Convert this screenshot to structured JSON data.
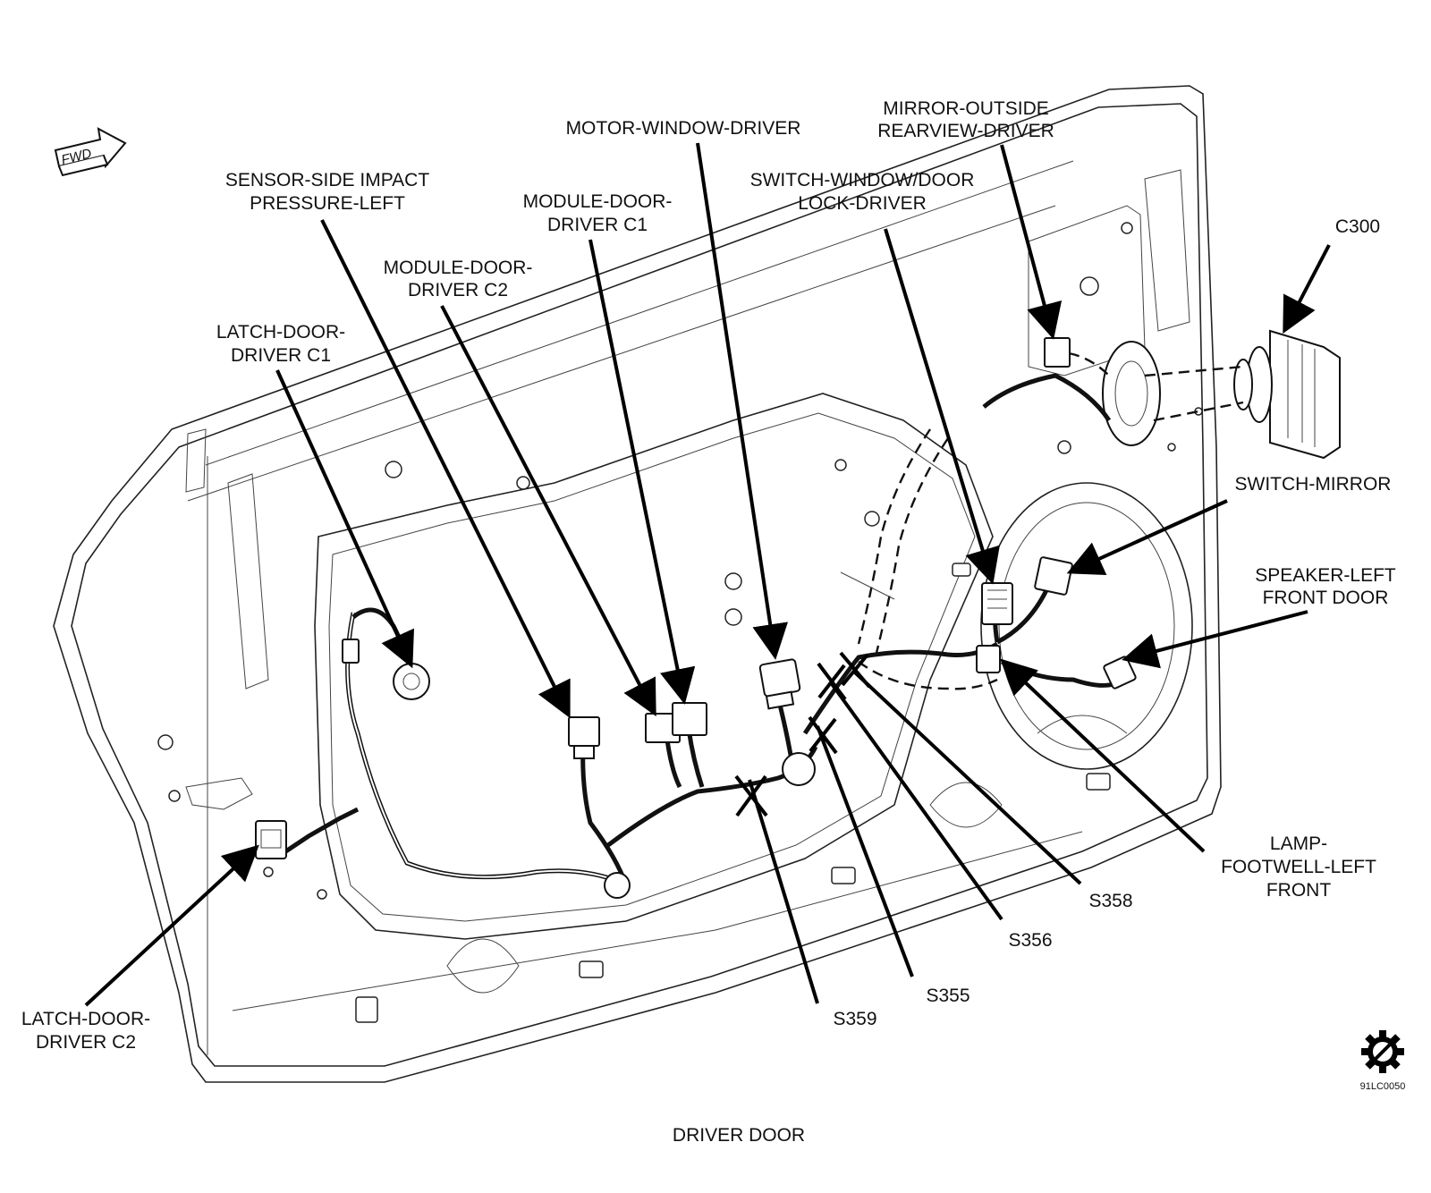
{
  "fwd_label": "FWD",
  "labels": {
    "motor_window_driver": "MOTOR-WINDOW-DRIVER",
    "mirror_outside_1": "MIRROR-OUTSIDE",
    "mirror_outside_2": "REARVIEW-DRIVER",
    "sensor_side_1": "SENSOR-SIDE IMPACT",
    "sensor_side_2": "PRESSURE-LEFT",
    "module_c1_1": "MODULE-DOOR-",
    "module_c1_2": "DRIVER C1",
    "switch_window_1": "SWITCH-WINDOW/DOOR",
    "switch_window_2": "LOCK-DRIVER",
    "c300": "C300",
    "module_c2_1": "MODULE-DOOR-",
    "module_c2_2": "DRIVER C2",
    "latch_c1_1": "LATCH-DOOR-",
    "latch_c1_2": "DRIVER C1",
    "switch_mirror": "SWITCH-MIRROR",
    "speaker_1": "SPEAKER-LEFT",
    "speaker_2": "FRONT DOOR",
    "lamp_1": "LAMP-",
    "lamp_2": "FOOTWELL-LEFT",
    "lamp_3": "FRONT",
    "s358": "S358",
    "s356": "S356",
    "s355": "S355",
    "s359": "S359",
    "latch_c2_1": "LATCH-DOOR-",
    "latch_c2_2": "DRIVER C2"
  },
  "caption": "DRIVER DOOR",
  "figure_code": "91LC0050"
}
